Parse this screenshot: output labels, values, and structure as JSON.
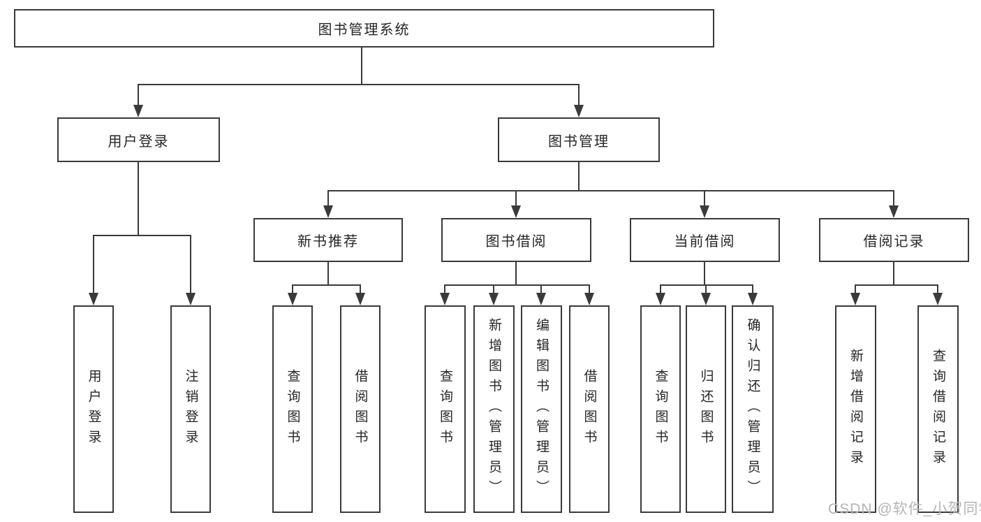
{
  "diagram": {
    "root": {
      "label": "图书管理系统"
    },
    "branches": [
      {
        "label": "用户登录",
        "children": [
          {
            "label": "用户登录"
          },
          {
            "label": "注销登录"
          }
        ]
      },
      {
        "label": "图书管理",
        "children": [
          {
            "label": "新书推荐",
            "children": [
              {
                "label": "查询图书"
              },
              {
                "label": "借阅图书"
              }
            ]
          },
          {
            "label": "图书借阅",
            "children": [
              {
                "label": "查询图书"
              },
              {
                "label": "新增图书（管理员）"
              },
              {
                "label": "编辑图书（管理员）"
              },
              {
                "label": "借阅图书"
              }
            ]
          },
          {
            "label": "当前借阅",
            "children": [
              {
                "label": "查询图书"
              },
              {
                "label": "归还图书"
              },
              {
                "label": "确认归还（管理员）"
              }
            ]
          },
          {
            "label": "借阅记录",
            "children": [
              {
                "label": "新增借阅记录"
              },
              {
                "label": "查询借阅记录"
              }
            ]
          }
        ]
      }
    ]
  },
  "watermark": {
    "text": "CSDN @软件_小贺同学"
  },
  "colors": {
    "line": "#3a3a3a",
    "text": "#262626",
    "watermark": "#b5b5b5",
    "background": "#ffffff"
  }
}
